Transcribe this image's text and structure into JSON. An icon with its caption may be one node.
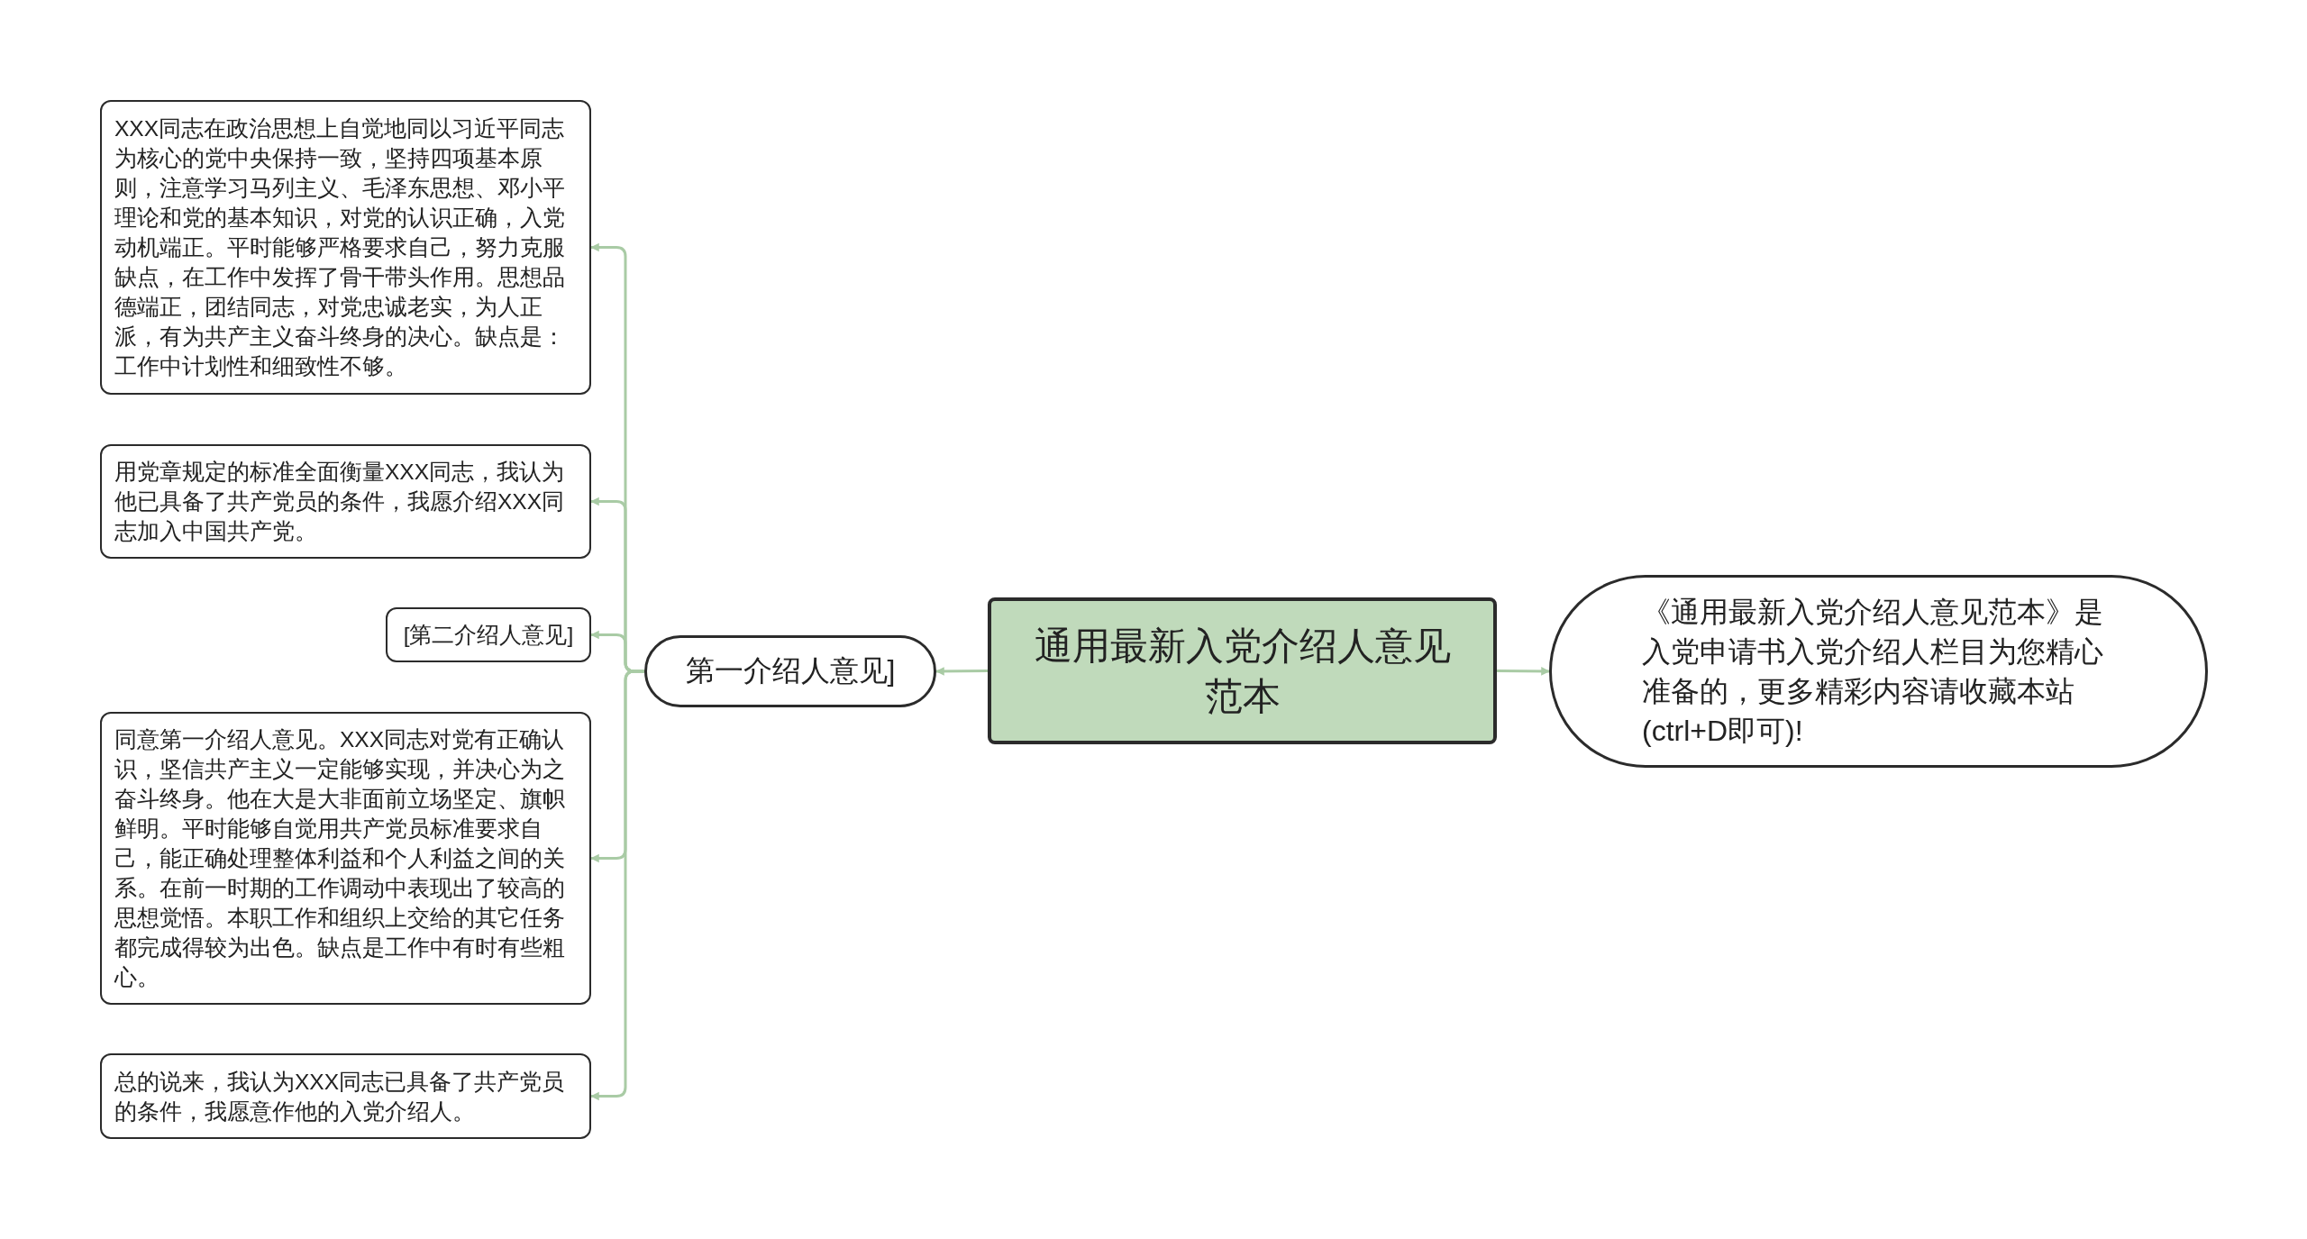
{
  "diagram": {
    "nodes": [
      {
        "text": [
          "通用最新入党介绍人意见范本"
        ]
      },
      {
        "text": [
          "第一介绍人意见]"
        ]
      },
      {
        "text": [
          "XXX同志在政治思想上自觉地同以习近平同志为核心的党中央保持一致，坚持四项基本原则，注意学习马列主义、毛泽东思想、邓小平理论和党的基本知识，对党的认识正确，入党动机端正。平时能够严格要求自己，努力克服缺点，在工作中发挥了骨干带头作用。思想品德端正，团结同志，对党忠诚老实，为人正派，有为共产主义奋斗终身的决心。缺点是：工作中计划性和细致性不够。"
        ]
      },
      {
        "text": [
          "用党章规定的标准全面衡量XXX同志，我认为他已具备了共产党员的条件，我愿介绍XXX同志加入中国共产党。"
        ]
      },
      {
        "text": [
          "[第二介绍人意见]"
        ]
      },
      {
        "text": [
          "同意第一介绍人意见。XXX同志对党有正确认识，坚信共产主义一定能够实现，并决心为之奋斗终身。他在大是大非面前立场坚定、旗帜鲜明。平时能够自觉用共产党员标准要求自己，能正确处理整体利益和个人利益之间的关系。在前一时期的工作调动中表现出了较高的思想觉悟。本职工作和组织上交给的其它任务都完成得较为出色。缺点是工作中有时有些粗心。"
        ]
      },
      {
        "text": [
          "总的说来，我认为XXX同志已具备了共产党员的条件，我愿意作他的入党介绍人。"
        ]
      },
      {
        "text": [
          "《通用最新入党介绍人意见范本》是入党申请书入党介绍人栏目为您精心准备的，更多精彩内容请收藏本站(ctrl+D即可)!"
        ]
      }
    ],
    "edges": [
      {
        "from": 0,
        "to": 1,
        "arrow": "to"
      },
      {
        "from": 0,
        "to": 7,
        "arrow": "to"
      },
      {
        "from": 1,
        "to": 2,
        "arrow": "to"
      },
      {
        "from": 1,
        "to": 3,
        "arrow": "to"
      },
      {
        "from": 1,
        "to": 4,
        "arrow": "to"
      },
      {
        "from": 1,
        "to": 5,
        "arrow": "to"
      },
      {
        "from": 1,
        "to": 6,
        "arrow": "to"
      }
    ]
  }
}
